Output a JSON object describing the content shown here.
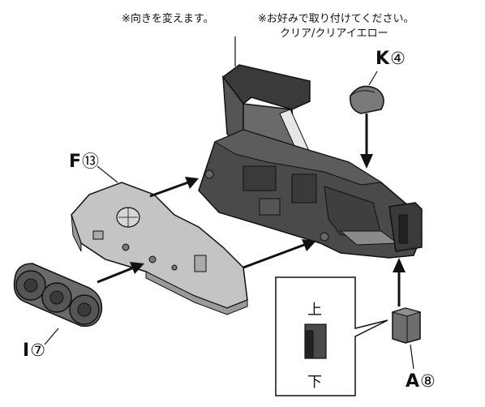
{
  "notes": {
    "orientation": "※向きを変えます。",
    "optional_line1": "※お好みで取り付けてください。",
    "optional_line2": "クリア/クリアイエロー"
  },
  "parts": {
    "k": {
      "letter": "K",
      "number": "④"
    },
    "f": {
      "letter": "F",
      "number": "⑬"
    },
    "i": {
      "letter": "I",
      "number": "⑦"
    },
    "a": {
      "letter": "A",
      "number": "⑧"
    }
  },
  "inset": {
    "top_label": "上",
    "bottom_label": "下"
  },
  "colors": {
    "dark_part": "#4a4a4a",
    "light_part": "#c4c4c4",
    "mid_part": "#7a7a7a",
    "line": "#111111",
    "background": "#ffffff"
  }
}
